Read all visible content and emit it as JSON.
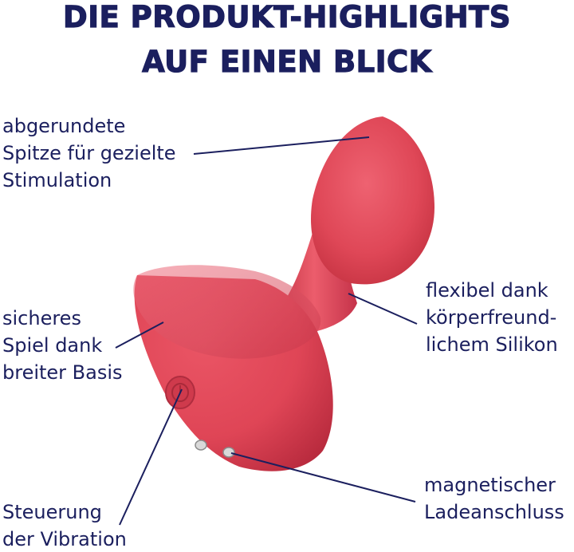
{
  "title": {
    "line1": "DIE PRODUKT-HIGHLIGHTS",
    "line2": "AUF EINEN BLICK"
  },
  "callouts": {
    "tip": {
      "line1": "abgerundete",
      "line2": "Spitze für gezielte",
      "line3": "Stimulation"
    },
    "base": {
      "line1": "sicheres",
      "line2": "Spiel dank",
      "line3": "breiter Basis"
    },
    "control": {
      "line1": "Steuerung",
      "line2": "der Vibration"
    },
    "silicone": {
      "line1": "flexibel dank",
      "line2": "körperfreund-",
      "line3": "lichem Silikon"
    },
    "charging": {
      "line1": "magnetischer",
      "line2": "Ladeanschluss"
    }
  },
  "colors": {
    "text": "#1b1f5e",
    "product": "#e04a59",
    "product_shadow": "#b82e42",
    "background": "#ffffff"
  },
  "icons": {
    "button": "power-button-icon",
    "contacts": "charging-contacts-icon"
  }
}
